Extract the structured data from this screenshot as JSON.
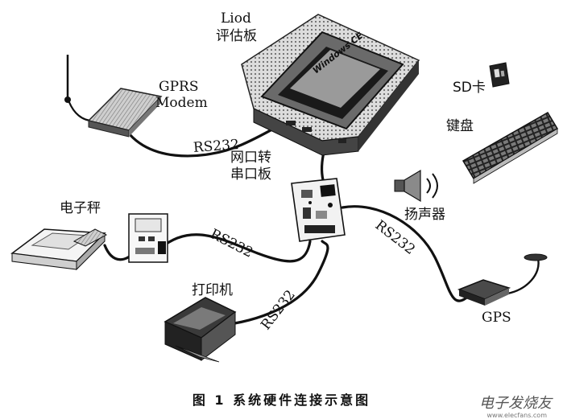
{
  "diagram": {
    "nodes": {
      "liod_board": {
        "label_line1": "Liod",
        "label_line2": "评估板"
      },
      "gprs_modem": {
        "label_line1": "GPRS",
        "label_line2": "Modem"
      },
      "sd_card": {
        "label": "SD卡"
      },
      "keyboard": {
        "label": "键盘"
      },
      "net_serial_board": {
        "label_line1": "网口转",
        "label_line2": "串口板"
      },
      "speaker": {
        "label": "扬声器"
      },
      "scale": {
        "label": "电子秤"
      },
      "printer": {
        "label": "打印机"
      },
      "gps": {
        "label": "GPS"
      }
    },
    "edges": {
      "gprs_link": "RS232",
      "scale_link": "RS232",
      "printer_link": "RS232",
      "gps_link": "RS232"
    },
    "screen_brand": "Windows CE"
  },
  "caption": "图 1   系统硬件连接示意图",
  "watermark": {
    "text": "电子发烧友",
    "url": "www.elecfans.com"
  }
}
